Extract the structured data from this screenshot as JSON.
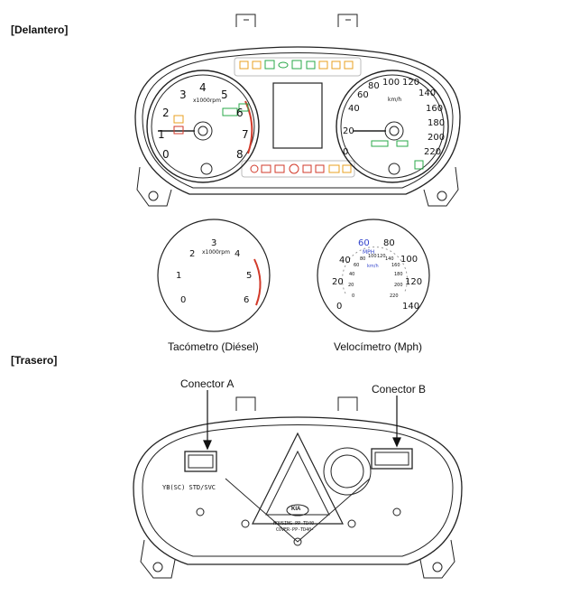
{
  "sections": {
    "front_title": "[Delantero]",
    "rear_title": "[Trasero]"
  },
  "captions": {
    "tachometer_diesel": "Tacómetro (Diésel)",
    "speedometer_mph": "Velocímetro (Mph)"
  },
  "connectors": {
    "a": "Conector A",
    "b": "Conector B"
  },
  "front_tachometer": {
    "unit": "x1000rpm",
    "ticks": [
      "0",
      "1",
      "2",
      "3",
      "4",
      "5",
      "6",
      "7",
      "8"
    ]
  },
  "front_speedometer": {
    "unit": "km/h",
    "ticks": [
      "0",
      "20",
      "40",
      "60",
      "80",
      "100",
      "120",
      "140",
      "160",
      "180",
      "200",
      "220"
    ]
  },
  "diesel_tachometer": {
    "unit": "x1000rpm",
    "ticks": [
      "0",
      "1",
      "2",
      "3",
      "4",
      "5",
      "6"
    ]
  },
  "mph_speedometer": {
    "unit": "MPH",
    "ticks": [
      "0",
      "20",
      "40",
      "60",
      "80",
      "100",
      "120",
      "140"
    ],
    "inner_ticks": [
      "0",
      "20",
      "40",
      "60",
      "80",
      "100",
      "120",
      "140",
      "160",
      "180",
      "200",
      "220"
    ],
    "inner_unit": "km/h"
  },
  "rear_labels": {
    "model": "YB(SC) STD/SVC",
    "part1": "HOUSING-PP-TD40-",
    "part2": "COVER-PP-TD40-",
    "logo": "KIA"
  },
  "colors": {
    "redzone": "#d23a2a",
    "warn_amber": "#e8a020",
    "warn_green": "#2aa84a",
    "warn_red": "#d23a2a",
    "mph_blue": "#3344cc"
  }
}
